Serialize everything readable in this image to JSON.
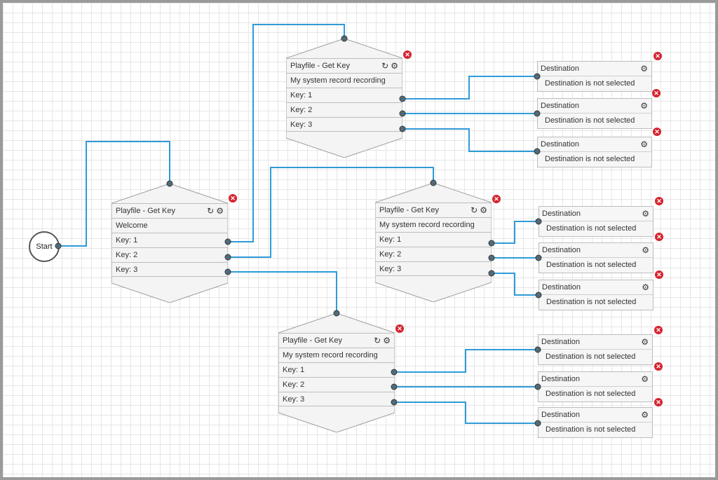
{
  "start_label": "Start",
  "menus": [
    {
      "title": "Playfile - Get Key",
      "prompt": "My system record recording",
      "keys": [
        "Key: 1",
        "Key: 2",
        "Key: 3"
      ]
    },
    {
      "title": "Playfile - Get Key",
      "prompt": "Welcome",
      "keys": [
        "Key: 1",
        "Key: 2",
        "Key: 3"
      ]
    },
    {
      "title": "Playfile - Get Key",
      "prompt": "My system record recording",
      "keys": [
        "Key: 1",
        "Key: 2",
        "Key: 3"
      ]
    },
    {
      "title": "Playfile - Get Key",
      "prompt": "My system record recording",
      "keys": [
        "Key: 1",
        "Key: 2",
        "Key: 3"
      ]
    }
  ],
  "destination": {
    "title": "Destination",
    "status": "Destination is not selected"
  },
  "icons": {
    "refresh": "refresh-icon",
    "settings": "gear-icon",
    "delete": "close-icon"
  },
  "colors": {
    "wire": "#2f9bd8",
    "delete": "#d6232f"
  }
}
